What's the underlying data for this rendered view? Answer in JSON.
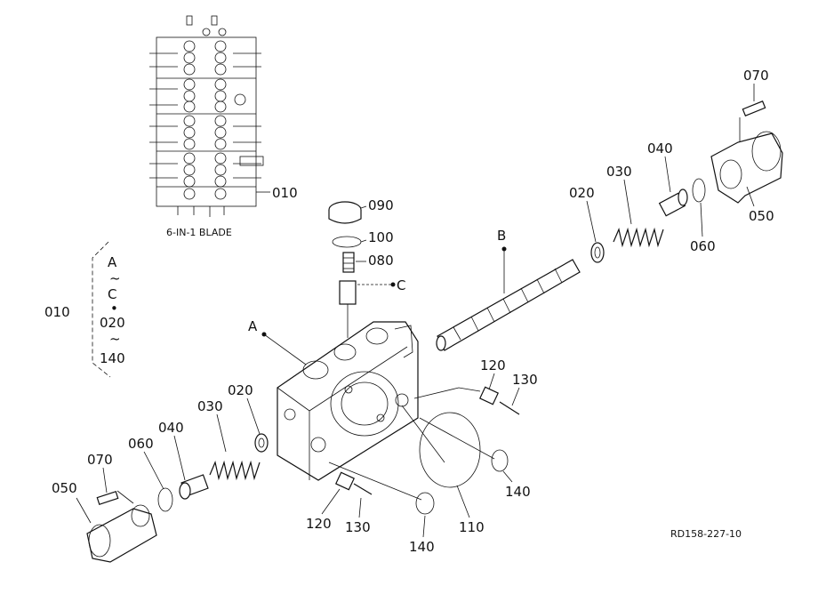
{
  "diagram": {
    "inset_caption": "6-IN-1 BLADE",
    "drawing_code": "RD158-227-10",
    "bracket": {
      "ref": "010",
      "lines": [
        "A",
        "~",
        "C",
        "•",
        "020",
        "~",
        "140"
      ]
    },
    "callouts": {
      "inset_010": "010",
      "p090": "090",
      "p100": "100",
      "p080": "080",
      "pC": "C",
      "pA": "A",
      "pB": "B",
      "p020_right": "020",
      "p030_right": "030",
      "p040_right": "040",
      "p050_right": "050",
      "p060_right": "060",
      "p070_right": "070",
      "p120_right": "120",
      "p130_right": "130",
      "p140_right": "140",
      "p110": "110",
      "p120_bottom": "120",
      "p130_bottom": "130",
      "p140_bottom": "140",
      "p020_left": "020",
      "p030_left": "030",
      "p040_left": "040",
      "p060_left": "060",
      "p070_left": "070",
      "p050_left": "050"
    }
  }
}
